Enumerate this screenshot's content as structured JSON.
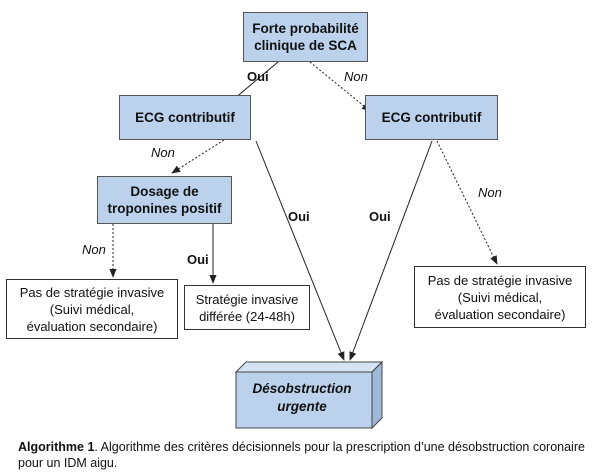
{
  "nodes": {
    "root": {
      "line1": "Forte probabilité",
      "line2": "clinique de SCA"
    },
    "ecg_left": {
      "label": "ECG contributif"
    },
    "ecg_right": {
      "label": "ECG contributif"
    },
    "troponin": {
      "line1": "Dosage de",
      "line2": "troponines positif"
    },
    "no_invasive_left": {
      "line1": "Pas de stratégie invasive",
      "line2": "(Suivi médical,",
      "line3": "évaluation secondaire)"
    },
    "delayed": {
      "line1": "Stratégie invasive",
      "line2": "différée (24-48h)"
    },
    "no_invasive_right": {
      "line1": "Pas de stratégie invasive",
      "line2": "(Suivi médical,",
      "line3": "évaluation secondaire)"
    },
    "urgent": {
      "line1": "Désobstruction",
      "line2": "urgente"
    }
  },
  "edge_labels": {
    "root_to_ecg_left": "Oui",
    "root_to_ecg_right": "Non",
    "ecg_left_to_troponin": "Non",
    "ecg_left_to_urgent": "Oui",
    "ecg_right_to_urgent": "Oui",
    "ecg_right_to_no_invasive": "Non",
    "troponin_to_no_invasive": "Non",
    "troponin_to_delayed": "Oui"
  },
  "caption": {
    "prefix": "Algorithme 1",
    "text": ". Algorithme des critères décisionnels pour la prescription d’une désobstruction coronaire pour un IDM aigu."
  },
  "colors": {
    "box_fill": "#bcd2ec",
    "cube_fill": "#bcd2ec",
    "line": "#222222"
  }
}
